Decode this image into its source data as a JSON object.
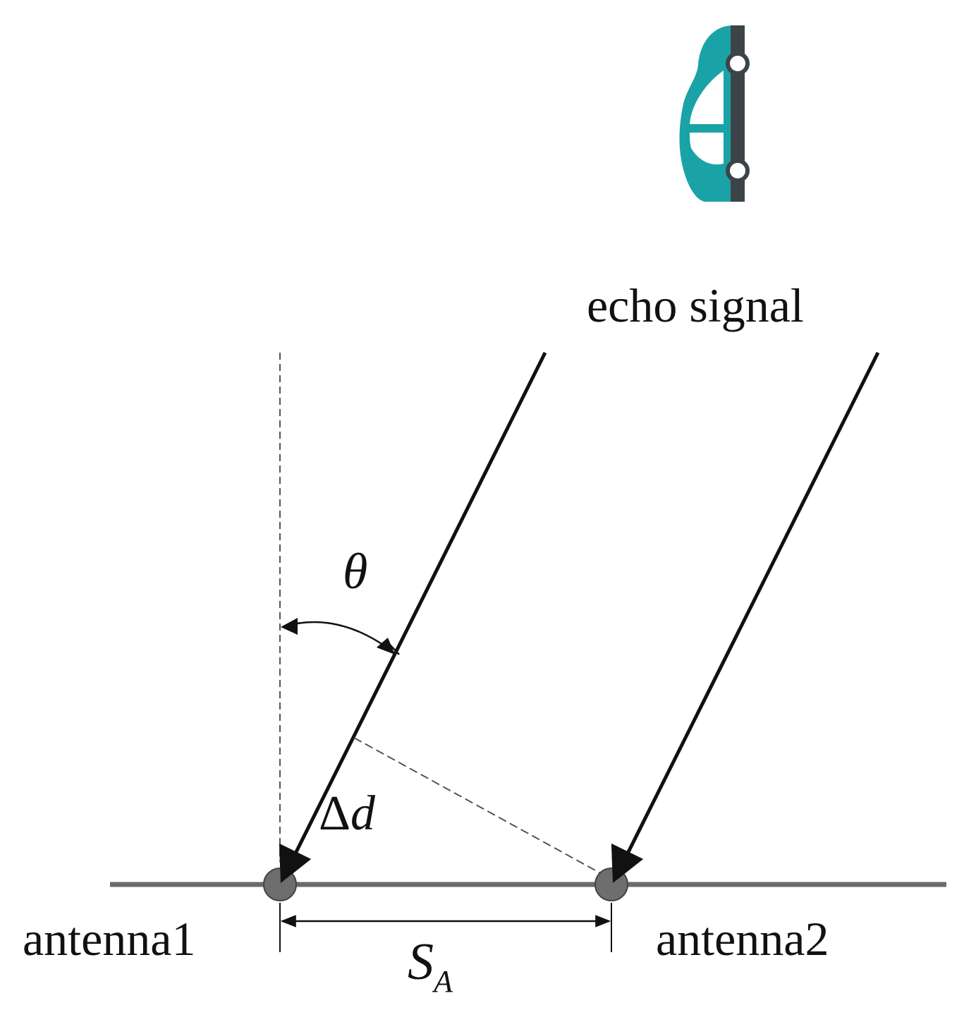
{
  "labels": {
    "echo_signal": "echo signal",
    "theta": "θ",
    "delta": "Δ",
    "d": "d",
    "antenna1": "antenna1",
    "antenna2": "antenna2",
    "spacing_main": "S",
    "spacing_sub": "A"
  },
  "colors": {
    "car_body": "#1aa3a6",
    "car_dark": "#3d4447",
    "line": "#111111",
    "baseline": "#6a6a6a",
    "antenna_dot": "#6e6e6e",
    "dashed": "#555555"
  },
  "icons": {
    "vehicle": "car-icon"
  }
}
